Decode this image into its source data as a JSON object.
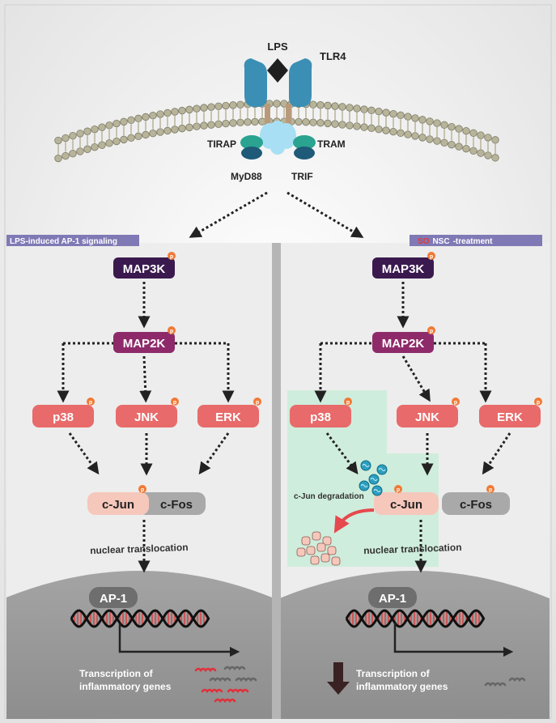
{
  "receptor": {
    "ligand": "LPS",
    "receptor": "TLR4",
    "adaptors": {
      "tirap": "TIRAP",
      "tram": "TRAM",
      "myd88": "MyD88",
      "trif": "TRIF"
    }
  },
  "left_panel": {
    "title": "LPS-induced AP-1 signaling",
    "map3k": "MAP3K",
    "map2k": "MAP2K",
    "mapks": [
      "p38",
      "JNK",
      "ERK"
    ],
    "cjun": "c-Jun",
    "cfos": "c-Fos",
    "translocation": "nuclear translocation",
    "ap1": "AP-1",
    "transcription_line1": "Transcription of",
    "transcription_line2": "inflammatory genes"
  },
  "right_panel": {
    "title_highlight": "SO",
    "title_main": "NSC",
    "title_suffix": "-treatment",
    "map3k": "MAP3K",
    "map2k": "MAP2K",
    "mapks": [
      "p38",
      "JNK",
      "ERK"
    ],
    "cjun": "c-Jun",
    "cfos": "c-Fos",
    "degradation": "c-Jun degradation",
    "translocation": "nuclear translocation",
    "ap1": "AP-1",
    "transcription_line1": "Transcription of",
    "transcription_line2": "inflammatory genes"
  },
  "phospho_label": "p",
  "colors": {
    "receptor": "#3b8fb4",
    "map3k": "#3a1a4e",
    "map2k": "#8e2a6a",
    "mapk": "#e86a6a",
    "cjun": "#f6c7bb",
    "cfos": "#a9a9a9",
    "phospho": "#f07a36",
    "nucleus": "#8a8a8a",
    "panel_title": "#7f79b5",
    "highlight": "#e23a3a",
    "green_zone": "#c8ecd6"
  }
}
